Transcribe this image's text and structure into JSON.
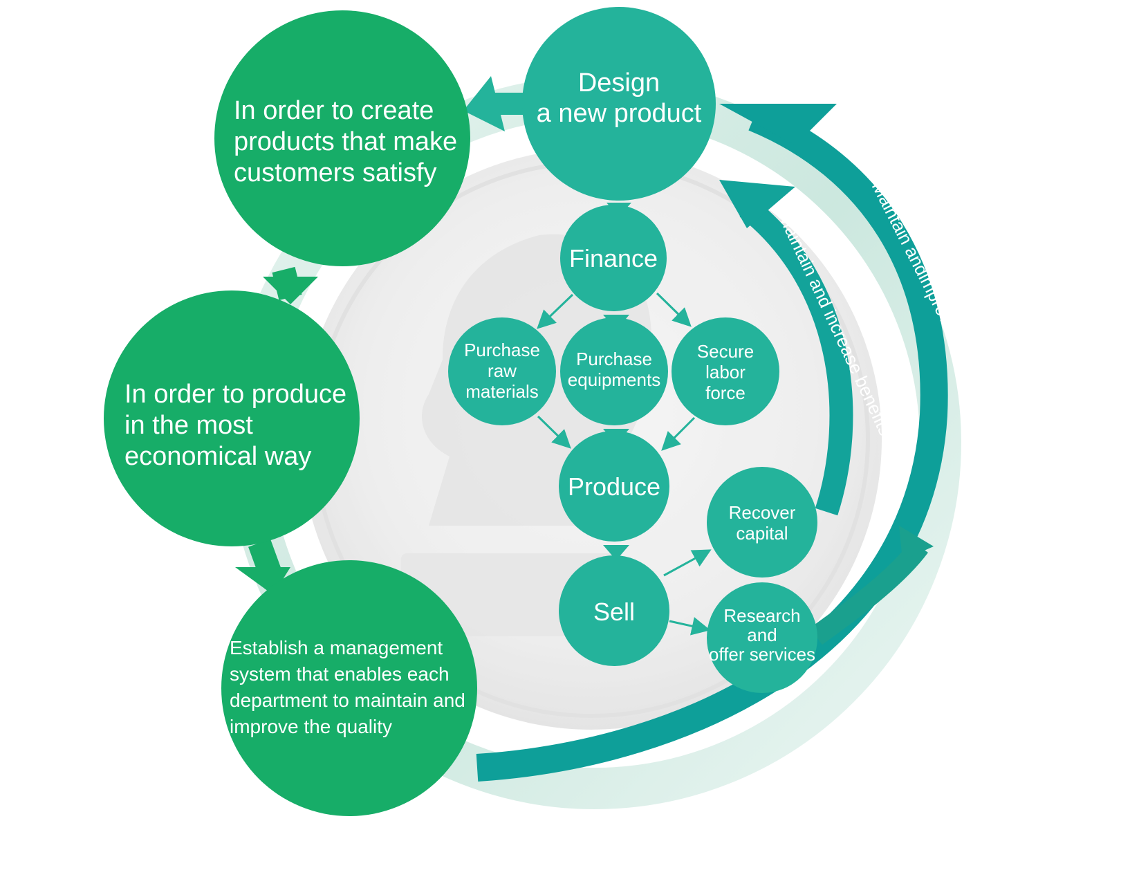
{
  "colors": {
    "green": "#17ad68",
    "teal": "#24b39b",
    "teal_dark": "#0e9f99",
    "arrow_teal": "#1aa08e",
    "ring_light": "#cfe9e0",
    "medal_gray": "#e6e6e6"
  },
  "nodes": {
    "create_products": "In order to create\nproducts that make\ncustomers satisfy",
    "produce_economical": "In order to produce\nin the most\neconomical way",
    "management_system": "Establish a management\nsystem that enables each\ndepartment to maintain and\nimprove the quality",
    "design": "Design\na new product",
    "finance": "Finance",
    "raw_materials": "Purchase\nraw\nmaterials",
    "equipments": "Purchase\nequipments",
    "labor": "Secure\nlabor\nforce",
    "produce": "Produce",
    "sell": "Sell",
    "recover": "Recover\ncapital",
    "research": "Research\nand\noffer services"
  },
  "arcs": {
    "inner": "Maintain and increase benefits",
    "outer": "Maintain andimprove the quality"
  },
  "background": {
    "medal_icon": "medal-icon"
  }
}
